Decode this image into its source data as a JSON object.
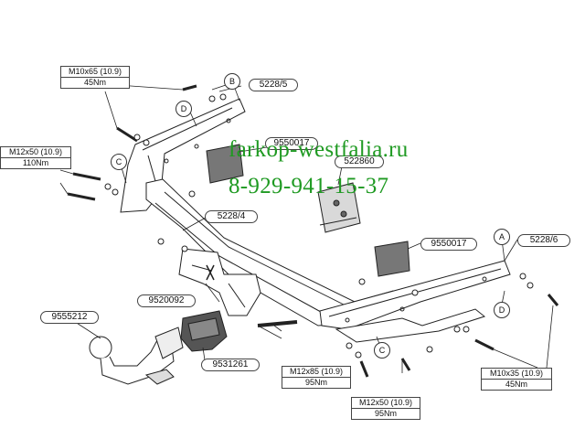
{
  "parts": {
    "p1": "5228/5",
    "p2": "9550017",
    "p3": "522860",
    "p4": "5228/4",
    "p5": "9550017",
    "p6": "5228/6",
    "p7": "9520092",
    "p8": "9555212",
    "p9": "9531261"
  },
  "bolts": {
    "b1": {
      "spec": "M10x65 (10.9)",
      "torque": "45Nm"
    },
    "b2": {
      "spec": "M12x50 (10.9)",
      "torque": "110Nm"
    },
    "b3": {
      "spec": "M12x85 (10.9)",
      "torque": "95Nm"
    },
    "b4": {
      "spec": "M12x50 (10.9)",
      "torque": "95Nm"
    },
    "b5": {
      "spec": "M10x35 (10.9)",
      "torque": "45Nm"
    }
  },
  "markers": {
    "m1": "B",
    "m2": "D",
    "m3": "C",
    "m4": "A",
    "m5": "D",
    "m6": "C"
  },
  "watermark": {
    "site": "farkop-westfalia.ru",
    "phone": "8-929-941-15-37"
  },
  "colors": {
    "watermark": "#1f9a22",
    "line": "#222222"
  }
}
